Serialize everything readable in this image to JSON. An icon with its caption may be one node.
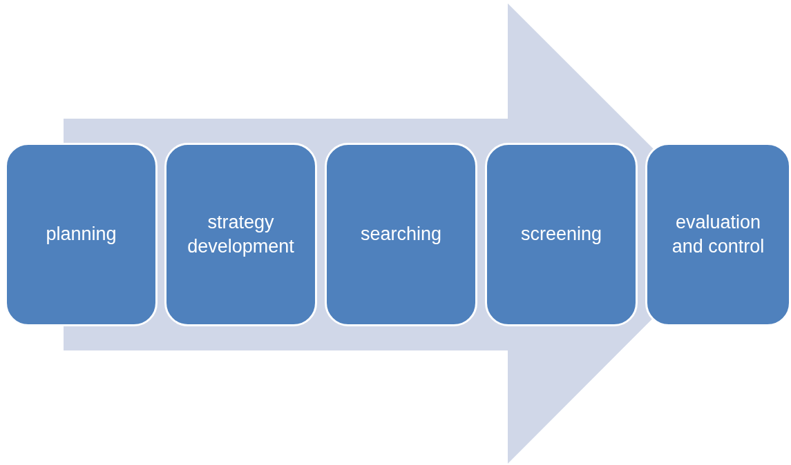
{
  "diagram": {
    "nodes": [
      {
        "text": [
          "planning"
        ]
      },
      {
        "text": [
          "strategy development"
        ]
      },
      {
        "text": [
          "searching"
        ]
      },
      {
        "text": [
          "screening"
        ]
      },
      {
        "text": [
          "evaluation and control"
        ]
      }
    ],
    "edges": [
      {
        "from": 0,
        "to": 4,
        "arrow": "to"
      }
    ]
  }
}
